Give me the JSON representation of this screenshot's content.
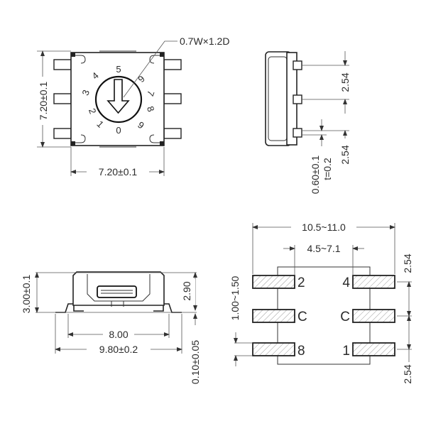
{
  "title": "SMD rotary DIP switch dimension drawing",
  "top_view": {
    "dial_numbers": [
      "0",
      "1",
      "2",
      "3",
      "4",
      "5",
      "6",
      "7",
      "8",
      "9"
    ],
    "callout": "0.7W×1.2D",
    "height_dim": "7.20±0.1",
    "width_dim": "7.20±0.1"
  },
  "side_view": {
    "pitch_top": "2.54",
    "pitch_bottom": "2.54",
    "pin_width": "0.60±0.1",
    "thickness": "t=0.2"
  },
  "front_view": {
    "height_dim": "3.00±0.1",
    "body_height": "2.90",
    "standoff": "0.10±0.05",
    "inner_width": "8.00",
    "outer_width": "9.80±0.2"
  },
  "footprint": {
    "outer_span": "10.5~11.0",
    "inner_span": "4.5~7.1",
    "pad_height": "1.00~1.50",
    "pitch_top": "2.54",
    "pitch_bottom": "2.54",
    "pin_labels": {
      "left": [
        "2",
        "C",
        "8"
      ],
      "right": [
        "4",
        "C",
        "1"
      ]
    }
  },
  "colors": {
    "line": "#222222",
    "dimension": "#555555",
    "hatch": "#888888",
    "background": "#ffffff"
  }
}
